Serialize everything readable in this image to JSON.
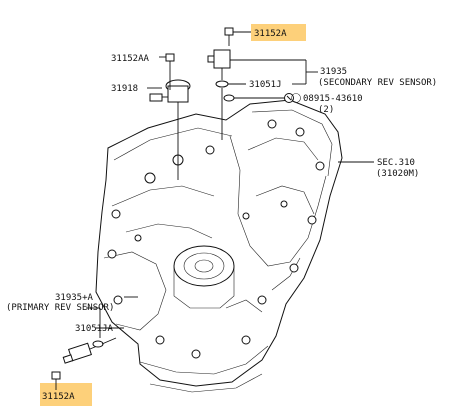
{
  "highlight_color": "#fdd07a",
  "labels": {
    "top_part": "31152A",
    "bottom_part": "31152A",
    "bolt": "31152AA",
    "sensor_left": "31918",
    "secondary_sensor_no": "31935",
    "secondary_sensor_name": "(SECONDARY REV SENSOR)",
    "secondary_oring": "31051J",
    "washer": "08915-43610",
    "washer_qty": "(2)",
    "section": "SEC.310",
    "section_sub": "(31020M)",
    "primary_sensor_no": "31935+A",
    "primary_sensor_name": "(PRIMARY REV SENSOR)",
    "primary_oring": "31051JA"
  }
}
